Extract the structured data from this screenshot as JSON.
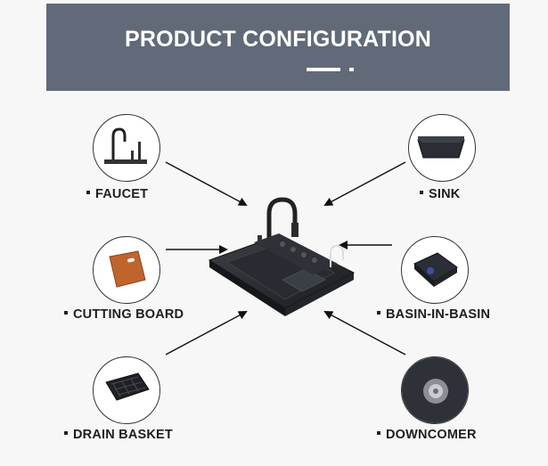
{
  "header": {
    "title": "PRODUCT CONFIGURATION",
    "bg_color": "#616a78"
  },
  "components": [
    {
      "id": "faucet",
      "label": "FAUCET",
      "icon": "faucet-icon"
    },
    {
      "id": "sink",
      "label": "SINK",
      "icon": "sink-icon"
    },
    {
      "id": "cutting-board",
      "label": "CUTTING BOARD",
      "icon": "cutting-board-icon"
    },
    {
      "id": "basin-in-basin",
      "label": "BASIN-IN-BASIN",
      "icon": "basin-icon"
    },
    {
      "id": "drain-basket",
      "label": "DRAIN BASKET",
      "icon": "drain-basket-icon"
    },
    {
      "id": "downcomer",
      "label": "DOWNCOMER",
      "icon": "downcomer-icon"
    }
  ],
  "center_product": "kitchen-sink-image"
}
